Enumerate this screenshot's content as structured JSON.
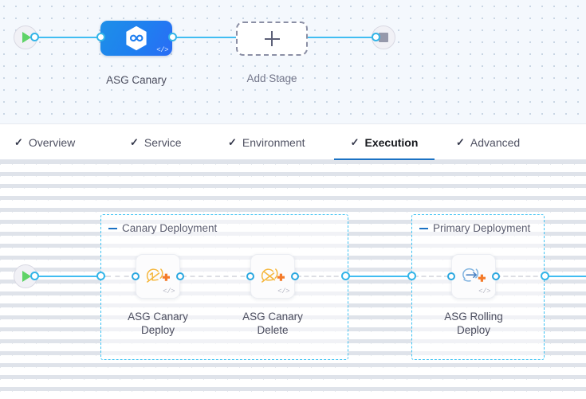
{
  "pipeline_stage_canvas": {
    "start_node": {
      "icon": "play-icon"
    },
    "end_node": {
      "icon": "stop-icon"
    },
    "stages": [
      {
        "label": "ASG Canary",
        "icon": "harness-hexagon-infinity-icon",
        "code_badge": "</>",
        "color": "#1f7ff0",
        "selected": true
      }
    ],
    "add_stage": {
      "label": "Add Stage",
      "icon": "plus-icon"
    },
    "connector_color": "#41bdf2"
  },
  "tabs": {
    "items": [
      {
        "label": "Overview",
        "icon": "check-icon",
        "active": false
      },
      {
        "label": "Service",
        "icon": "check-icon",
        "active": false
      },
      {
        "label": "Environment",
        "icon": "check-icon",
        "active": false
      },
      {
        "label": "Execution",
        "icon": "check-icon",
        "active": true
      },
      {
        "label": "Advanced",
        "icon": "check-icon",
        "active": false
      }
    ],
    "active_underline_color": "#1b72c4"
  },
  "execution_canvas": {
    "start_node": {
      "icon": "play-icon"
    },
    "groups": [
      {
        "label": "Canary Deployment",
        "collapse_icon": "collapse-dash-icon",
        "steps": [
          {
            "label_line1": "ASG Canary",
            "label_line2": "Deploy",
            "icon": "asg-canary-deploy-icon",
            "code_badge": "</>"
          },
          {
            "label_line1": "ASG Canary",
            "label_line2": "Delete",
            "icon": "asg-canary-delete-icon",
            "code_badge": "</>"
          }
        ]
      },
      {
        "label": "Primary Deployment",
        "collapse_icon": "collapse-dash-icon",
        "steps": [
          {
            "label_line1": "ASG Rolling",
            "label_line2": "Deploy",
            "icon": "asg-rolling-deploy-icon",
            "code_badge": "</>"
          }
        ]
      }
    ],
    "connector_solid_color": "#41bdf2",
    "connector_dashed_color": "#b4b7c4",
    "group_border_color": "#3ec2f3"
  }
}
